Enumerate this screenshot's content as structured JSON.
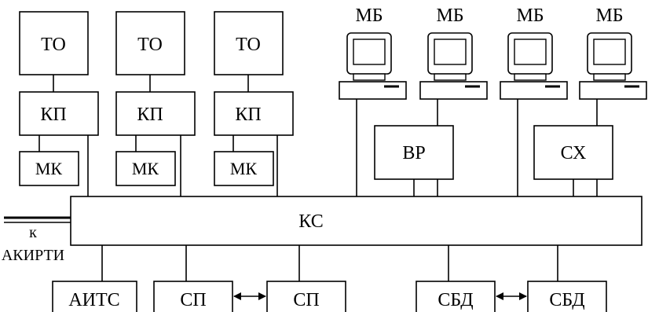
{
  "diagram": {
    "to_boxes": [
      "ТО",
      "ТО",
      "ТО"
    ],
    "kp_boxes": [
      "КП",
      "КП",
      "КП"
    ],
    "mk_boxes": [
      "МК",
      "МК",
      "МК"
    ],
    "workstations": [
      "МБ",
      "МБ",
      "МБ",
      "МБ"
    ],
    "br_label": "ВР",
    "sx_label": "СХ",
    "bus_label": "КС",
    "external_link_label_line1": "к",
    "external_link_label_line2": "АКИРТИ",
    "bottom_boxes": {
      "aits": "АИТС",
      "sp_left": "СП",
      "sp_right": "СП",
      "sbd_left": "СБД",
      "sbd_right": "СБД"
    }
  }
}
